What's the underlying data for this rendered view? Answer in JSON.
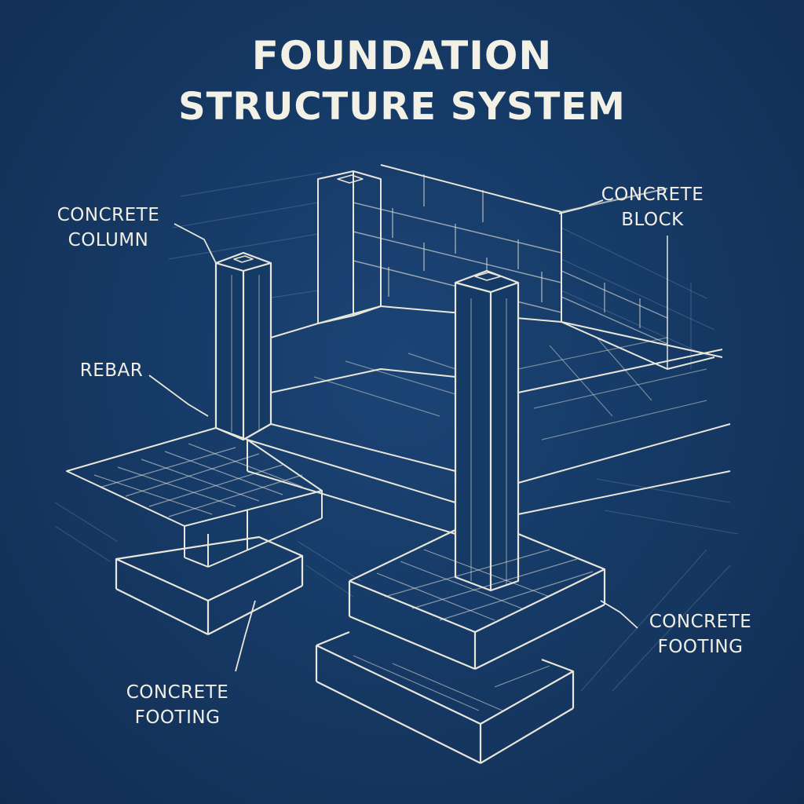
{
  "title": {
    "line1": "FOUNDATION",
    "line2": "STRUCTURE SYSTEM"
  },
  "labels": {
    "concrete_column": {
      "line1": "CONCRETE",
      "line2": "COLUMN"
    },
    "rebar": {
      "line1": "REBAR"
    },
    "concrete_block": {
      "line1": "CONCRETE",
      "line2": "BLOCK"
    },
    "concrete_footing_left": {
      "line1": "CONCRETE",
      "line2": "FOOTING"
    },
    "concrete_footing_right": {
      "line1": "CONCRETE",
      "line2": "FOOTING"
    }
  },
  "colors": {
    "background": "#163a66",
    "line": "#e9e6da",
    "faint_line": "#7f9bbd"
  }
}
